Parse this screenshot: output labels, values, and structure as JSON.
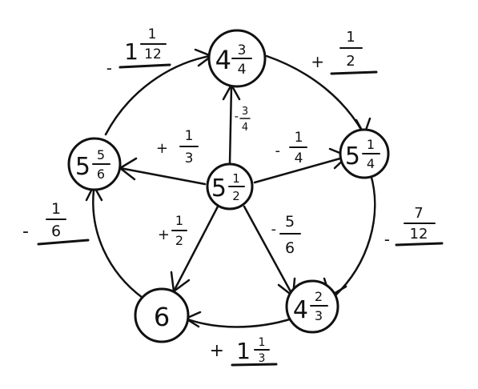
{
  "nodes": {
    "center": {
      "whole": "5",
      "num": "1",
      "den": "2"
    },
    "top": {
      "whole": "4",
      "num": "3",
      "den": "4"
    },
    "right": {
      "whole": "5",
      "num": "1",
      "den": "4"
    },
    "bottom_right": {
      "whole": "4",
      "num": "2",
      "den": "3"
    },
    "bottom_left": {
      "whole": "6",
      "num": "",
      "den": ""
    },
    "left": {
      "whole": "5",
      "num": "5",
      "den": "6"
    }
  },
  "spoke_labels": {
    "to_top": {
      "sign": "-",
      "num": "3",
      "den": "4"
    },
    "to_right": {
      "sign": "-",
      "num": "1",
      "den": "4"
    },
    "to_bottom_right": {
      "sign": "-",
      "num": "5",
      "den": "6"
    },
    "to_bottom_left": {
      "sign": "+",
      "num": "1",
      "den": "2"
    },
    "to_left": {
      "sign": "+",
      "num": "1",
      "den": "3"
    }
  },
  "ring_labels": {
    "top_to_right": {
      "sign": "+",
      "whole": "",
      "num": "1",
      "den": "2"
    },
    "right_to_bottom_right": {
      "sign": "-",
      "whole": "",
      "num": "7",
      "den": "12"
    },
    "bottom_right_to_bottom_left": {
      "sign": "+",
      "whole": "1",
      "num": "1",
      "den": "3"
    },
    "bottom_left_to_left": {
      "sign": "-",
      "whole": "",
      "num": "1",
      "den": "6"
    },
    "left_to_top": {
      "sign": "-",
      "whole": "1",
      "num": "1",
      "den": "12"
    }
  }
}
